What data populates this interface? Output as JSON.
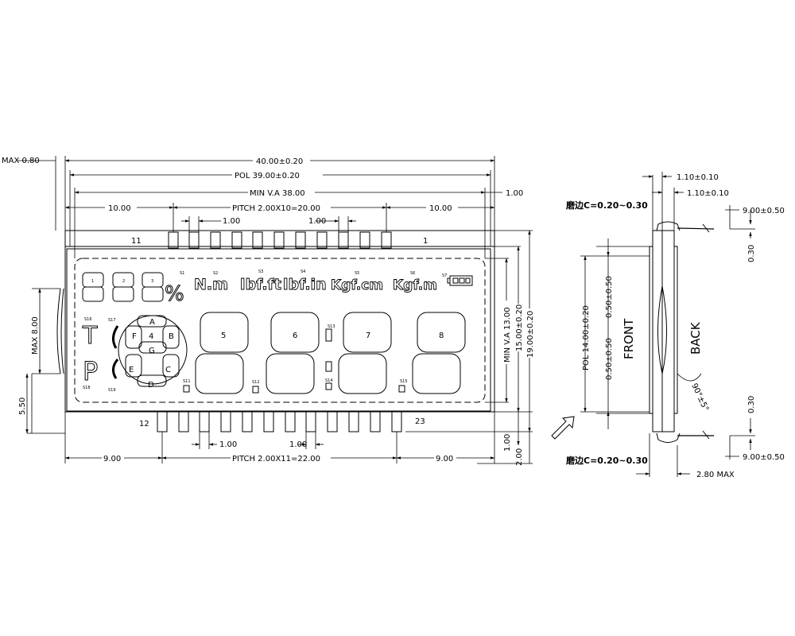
{
  "labels": {
    "max_thickness": "MAX 0.80",
    "overall_width": "40.00±0.20",
    "pol_width": "POL 39.00±0.20",
    "min_va_width": "MIN V.A 38.00",
    "right_offset": "1.00",
    "top_pin_left": "10.00",
    "top_pitch": "PITCH 2.00X10=20.00",
    "top_pin_right": "10.00",
    "top_pin_width_left": "1.00",
    "top_pin_width_right": "1.00",
    "pin_11": "11",
    "pin_1": "1",
    "pin_12": "12",
    "pin_23": "23",
    "max_8": "MAX 8.00",
    "dim_5_50": "5.50",
    "min_va_height": "MIN V.A 13.00",
    "height_15": "15.00±0.20",
    "height_19": "19.00±0.20",
    "bottom_1_00": "1.00",
    "bottom_2_00": "2.00",
    "bottom_pin_width_left": "1.00",
    "bottom_pin_width_right": "1.00",
    "bottom_left": "9.00",
    "bottom_pitch": "PITCH 2.00X11=22.00",
    "bottom_right": "9.00"
  },
  "lcd": {
    "icons": {
      "s1": "S1",
      "s2": "S2",
      "s3": "S3",
      "s4": "S4",
      "s5": "S5",
      "s6": "S6",
      "s7": "S7",
      "s11": "S11",
      "s12": "S12",
      "s13": "S13",
      "s14": "S14",
      "s15": "S15",
      "s16": "S16",
      "s17": "S17",
      "s18": "S18",
      "s19": "S19"
    },
    "small_digits": [
      "1",
      "2",
      "3"
    ],
    "percent": "%",
    "units": [
      "N.m",
      "lbf.ft",
      "lbf.in",
      "Kgf.cm",
      "Kgf.m"
    ],
    "t_symbol": "T",
    "p_symbol": "P",
    "digit4_segments": [
      "A",
      "B",
      "C",
      "D",
      "E",
      "F",
      "G"
    ],
    "digit4_number": "4",
    "digit_numbers": [
      "5",
      "6",
      "7",
      "8"
    ]
  },
  "side_view": {
    "dim_top1": "1.10±0.10",
    "dim_top2": "1.10±0.10",
    "chamfer_top": "磨边C=0.20~0.30",
    "chamfer_bottom": "磨边C=0.20~0.30",
    "right_top": "9.00±0.50",
    "right_bottom": "9.00±0.50",
    "dim_030_top": "0.30",
    "dim_030_bottom": "0.30",
    "pol_14": "POL 14.00±0.20",
    "dim_050_a": "0.50±0.50",
    "dim_050_b": "0.50±0.50",
    "front": "FRONT",
    "back": "BACK",
    "angle": "90°±5°",
    "max_280": "2.80 MAX"
  }
}
